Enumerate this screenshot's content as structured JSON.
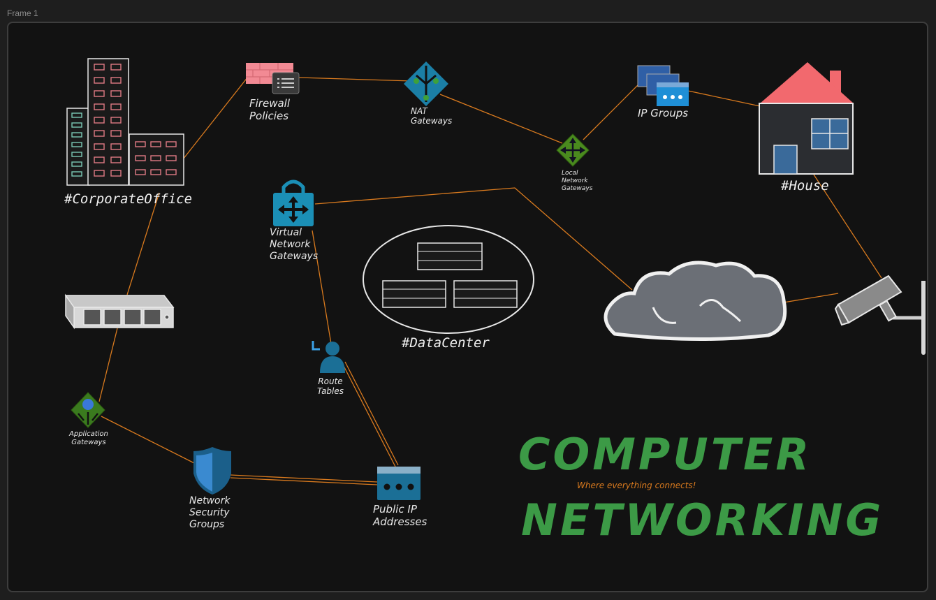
{
  "frame": {
    "title": "Frame 1"
  },
  "labels": {
    "corporate_office": "#CorporateOffice",
    "firewall_policies": "Firewall\nPolicies",
    "nat_gateways": "NAT\nGateways",
    "ip_groups": "IP Groups",
    "local_network_gateways": "Local\nNetwork\nGateways",
    "house": "#House",
    "virtual_network_gateways": "Virtual\nNetwork\nGateways",
    "data_center": "#DataCenter",
    "route_tables": "Route\nTables",
    "application_gateways": "Application\nGateways",
    "network_security_groups": "Network\nSecurity\nGroups",
    "public_ip_addresses": "Public IP\nAddresses"
  },
  "title": {
    "line1": "COMPUTER",
    "tagline": "Where everything connects!",
    "line2": "NETWORKING"
  },
  "colors": {
    "connector": "#d97a1e",
    "title": "#3c9a46",
    "tagline": "#d97a1e",
    "background": "#121212",
    "azure_blue": "#1b7fa6",
    "azure_green": "#3a7a1e",
    "roof": "#f2696e"
  },
  "icons": [
    "office-building-icon",
    "firewall-icon",
    "nat-gateway-icon",
    "ip-groups-icon",
    "local-network-gateway-icon",
    "house-icon",
    "virtual-network-gateway-icon",
    "datacenter-servers-icon",
    "cloud-icon",
    "security-camera-icon",
    "network-switch-icon",
    "route-table-icon",
    "application-gateway-icon",
    "network-security-group-icon",
    "public-ip-icon"
  ]
}
